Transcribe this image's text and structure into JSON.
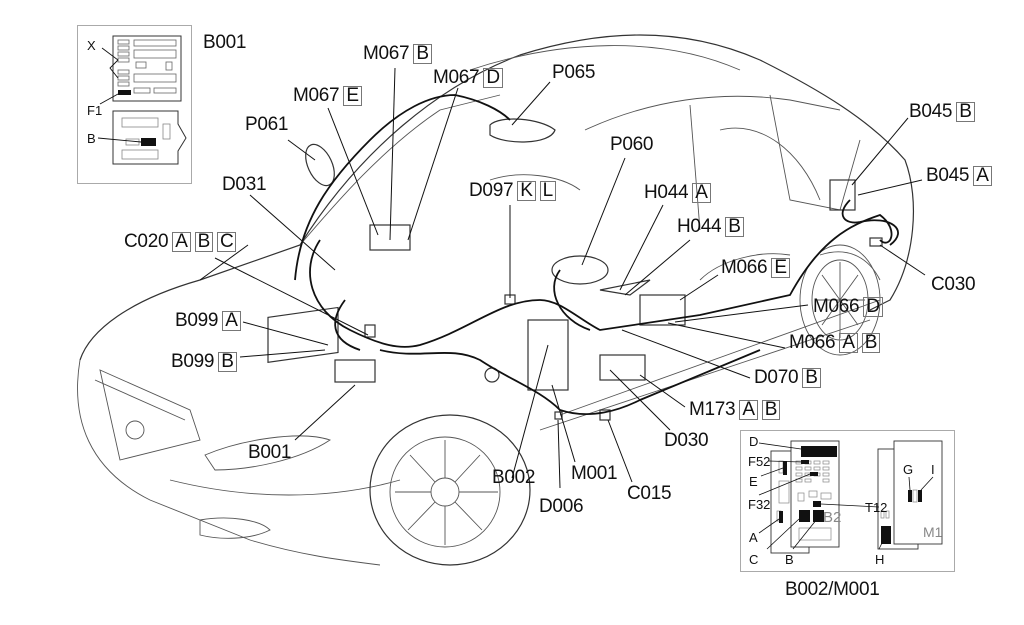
{
  "diagram": {
    "type": "vehicle wiring harness location diagram",
    "components": [
      {
        "id": "m067b",
        "code": "M067",
        "suffixes": [
          "B"
        ]
      },
      {
        "id": "m067d",
        "code": "M067",
        "suffixes": [
          "D"
        ]
      },
      {
        "id": "m067e",
        "code": "M067",
        "suffixes": [
          "E"
        ]
      },
      {
        "id": "p065",
        "code": "P065",
        "suffixes": []
      },
      {
        "id": "p061",
        "code": "P061",
        "suffixes": []
      },
      {
        "id": "d031",
        "code": "D031",
        "suffixes": []
      },
      {
        "id": "p060",
        "code": "P060",
        "suffixes": []
      },
      {
        "id": "d097",
        "code": "D097",
        "suffixes": [
          "K",
          "L"
        ]
      },
      {
        "id": "h044a",
        "code": "H044",
        "suffixes": [
          "A"
        ]
      },
      {
        "id": "h044b",
        "code": "H044",
        "suffixes": [
          "B"
        ]
      },
      {
        "id": "c020",
        "code": "C020",
        "suffixes": [
          "A",
          "B",
          "C"
        ]
      },
      {
        "id": "b045b",
        "code": "B045",
        "suffixes": [
          "B"
        ]
      },
      {
        "id": "b045a",
        "code": "B045",
        "suffixes": [
          "A"
        ]
      },
      {
        "id": "c030",
        "code": "C030",
        "suffixes": []
      },
      {
        "id": "m066e",
        "code": "M066",
        "suffixes": [
          "E"
        ]
      },
      {
        "id": "m066d",
        "code": "M066",
        "suffixes": [
          "D"
        ]
      },
      {
        "id": "m066ab",
        "code": "M066",
        "suffixes": [
          "A",
          "B"
        ]
      },
      {
        "id": "b099a",
        "code": "B099",
        "suffixes": [
          "A"
        ]
      },
      {
        "id": "b099b",
        "code": "B099",
        "suffixes": [
          "B"
        ]
      },
      {
        "id": "d070b",
        "code": "D070",
        "suffixes": [
          "B"
        ]
      },
      {
        "id": "m173ab",
        "code": "M173",
        "suffixes": [
          "A",
          "B"
        ]
      },
      {
        "id": "b001",
        "code": "B001",
        "suffixes": []
      },
      {
        "id": "d030",
        "code": "D030",
        "suffixes": []
      },
      {
        "id": "b002",
        "code": "B002",
        "suffixes": []
      },
      {
        "id": "m001",
        "code": "M001",
        "suffixes": []
      },
      {
        "id": "c015",
        "code": "C015",
        "suffixes": []
      },
      {
        "id": "d006",
        "code": "D006",
        "suffixes": []
      }
    ]
  },
  "inset_b001": {
    "title": "B001",
    "callouts": [
      "X",
      "F1",
      "B"
    ]
  },
  "inset_b002_m001": {
    "title": "B002/M001",
    "callouts": [
      "D",
      "F52",
      "E",
      "F32",
      "T12",
      "A",
      "C",
      "B",
      "G",
      "I",
      "H"
    ],
    "panel_marks": [
      "B2",
      "M1"
    ]
  }
}
